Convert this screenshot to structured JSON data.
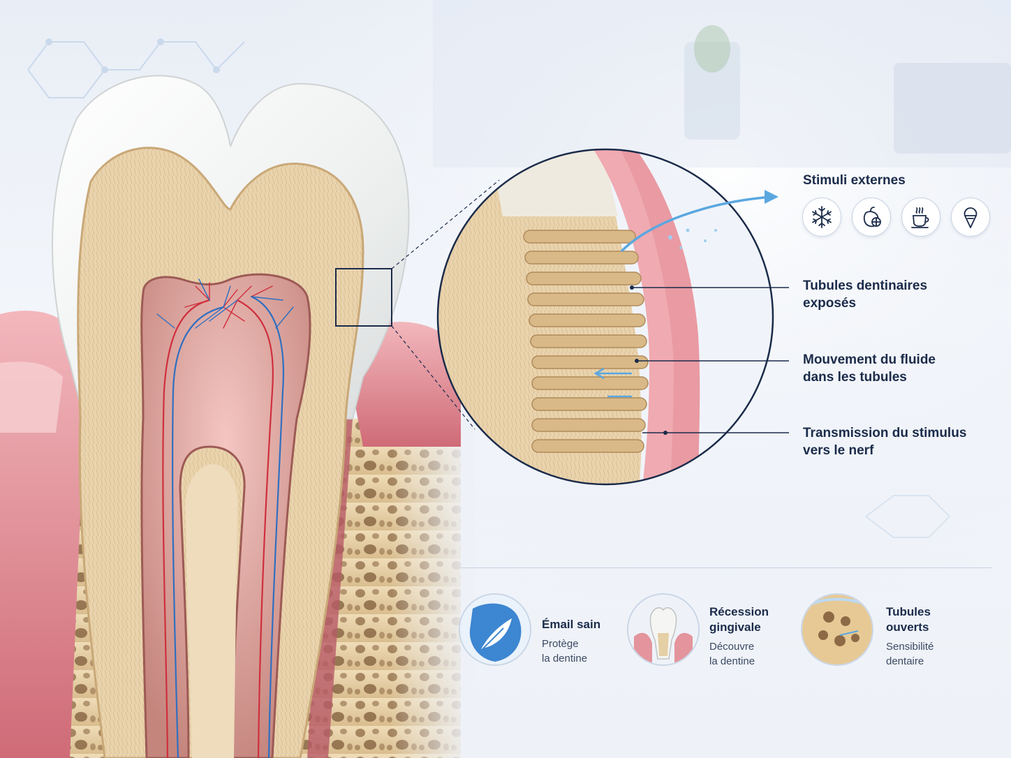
{
  "stimuli": {
    "title": "Stimuli externes",
    "icons": [
      "snowflake-icon",
      "citrus-icon",
      "hot-cup-icon",
      "ice-cream-icon"
    ]
  },
  "callouts": [
    {
      "line1": "Tubules dentinaires",
      "line2": "exposés"
    },
    {
      "line1": "Mouvement du fluide",
      "line2": "dans les tubules"
    },
    {
      "line1": "Transmission du stimulus",
      "line2": "vers le nerf"
    }
  ],
  "legend": [
    {
      "title1": "Émail sain",
      "title2": "",
      "desc1": "Protège",
      "desc2": "la dentine",
      "icon": "feather-icon"
    },
    {
      "title1": "Récession",
      "title2": "gingivale",
      "desc1": "Découvre",
      "desc2": "la dentine",
      "icon": "receding-gum-tooth-icon"
    },
    {
      "title1": "Tubules",
      "title2": "ouverts",
      "desc1": "Sensibilité",
      "desc2": "dentaire",
      "icon": "open-tubules-icon"
    }
  ],
  "colors": {
    "navy": "#1b2b4a",
    "enamel": "#f7f7f5",
    "dentin": "#e9d3ad",
    "gum": "#e3949c",
    "pulp": "#c98f87",
    "nerve_red": "#cf2f3d",
    "nerve_blue": "#2f6fc0",
    "accent_blue": "#5aa7e0"
  }
}
